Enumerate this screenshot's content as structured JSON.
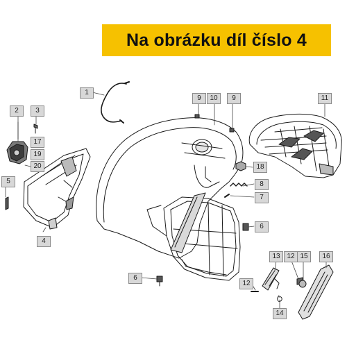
{
  "banner": {
    "text": "Na obrázku díl číslo 4"
  },
  "diagram": {
    "callouts": [
      {
        "id": "c1",
        "label": "1"
      },
      {
        "id": "c2",
        "label": "2"
      },
      {
        "id": "c3",
        "label": "3"
      },
      {
        "id": "c4",
        "label": "4"
      },
      {
        "id": "c5",
        "label": "5"
      },
      {
        "id": "c6a",
        "label": "6"
      },
      {
        "id": "c6b",
        "label": "6"
      },
      {
        "id": "c7",
        "label": "7"
      },
      {
        "id": "c8",
        "label": "8"
      },
      {
        "id": "c9a",
        "label": "9"
      },
      {
        "id": "c9b",
        "label": "9"
      },
      {
        "id": "c10",
        "label": "10"
      },
      {
        "id": "c11",
        "label": "11"
      },
      {
        "id": "c12a",
        "label": "12"
      },
      {
        "id": "c12b",
        "label": "12"
      },
      {
        "id": "c13",
        "label": "13"
      },
      {
        "id": "c14",
        "label": "14"
      },
      {
        "id": "c15",
        "label": "15"
      },
      {
        "id": "c16",
        "label": "16"
      },
      {
        "id": "c17",
        "label": "17"
      },
      {
        "id": "c18",
        "label": "18"
      },
      {
        "id": "c19",
        "label": "19"
      },
      {
        "id": "c20",
        "label": "20"
      }
    ]
  }
}
